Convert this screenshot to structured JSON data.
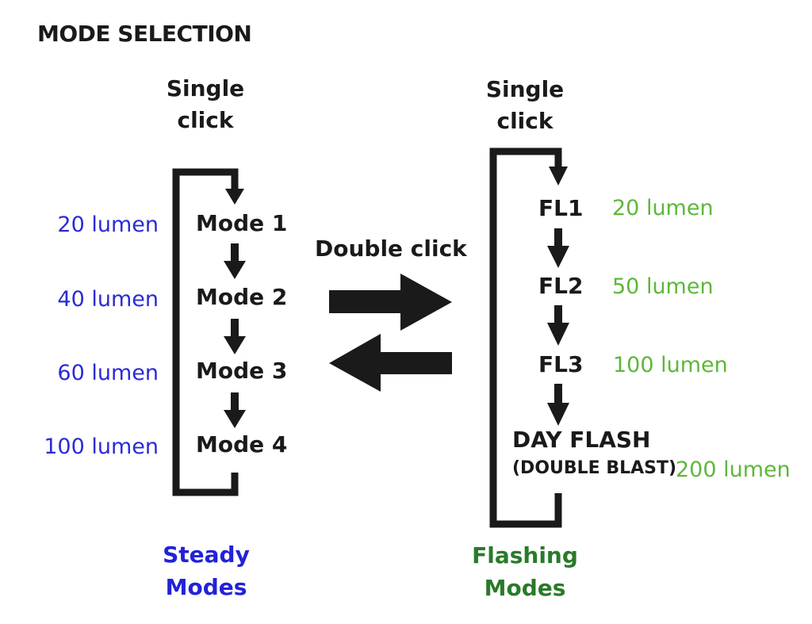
{
  "title": "MODE SELECTION",
  "steady": {
    "click_label_1": "Single",
    "click_label_2": "click",
    "modes": [
      {
        "name": "Mode 1",
        "lumen": "20 lumen"
      },
      {
        "name": "Mode 2",
        "lumen": "40 lumen"
      },
      {
        "name": "Mode 3",
        "lumen": "60 lumen"
      },
      {
        "name": "Mode 4",
        "lumen": "100 lumen"
      }
    ],
    "group_label_1": "Steady",
    "group_label_2": "Modes"
  },
  "transition": {
    "label": "Double click"
  },
  "flashing": {
    "click_label_1": "Single",
    "click_label_2": "click",
    "modes": [
      {
        "name": "FL1",
        "lumen": "20 lumen"
      },
      {
        "name": "FL2",
        "lumen": "50 lumen"
      },
      {
        "name": "FL3",
        "lumen": "100 lumen"
      }
    ],
    "day_flash": "DAY FLASH",
    "double_blast": "(DOUBLE BLAST)",
    "day_flash_lumen": "200 lumen",
    "group_label_1": "Flashing",
    "group_label_2": "Modes"
  },
  "colors": {
    "steady_lumen": "#2b2bd6",
    "steady_group": "#2222d8",
    "flashing_lumen": "#5db83a",
    "flashing_group": "#2a7a2a",
    "ink": "#1a1a1a"
  }
}
